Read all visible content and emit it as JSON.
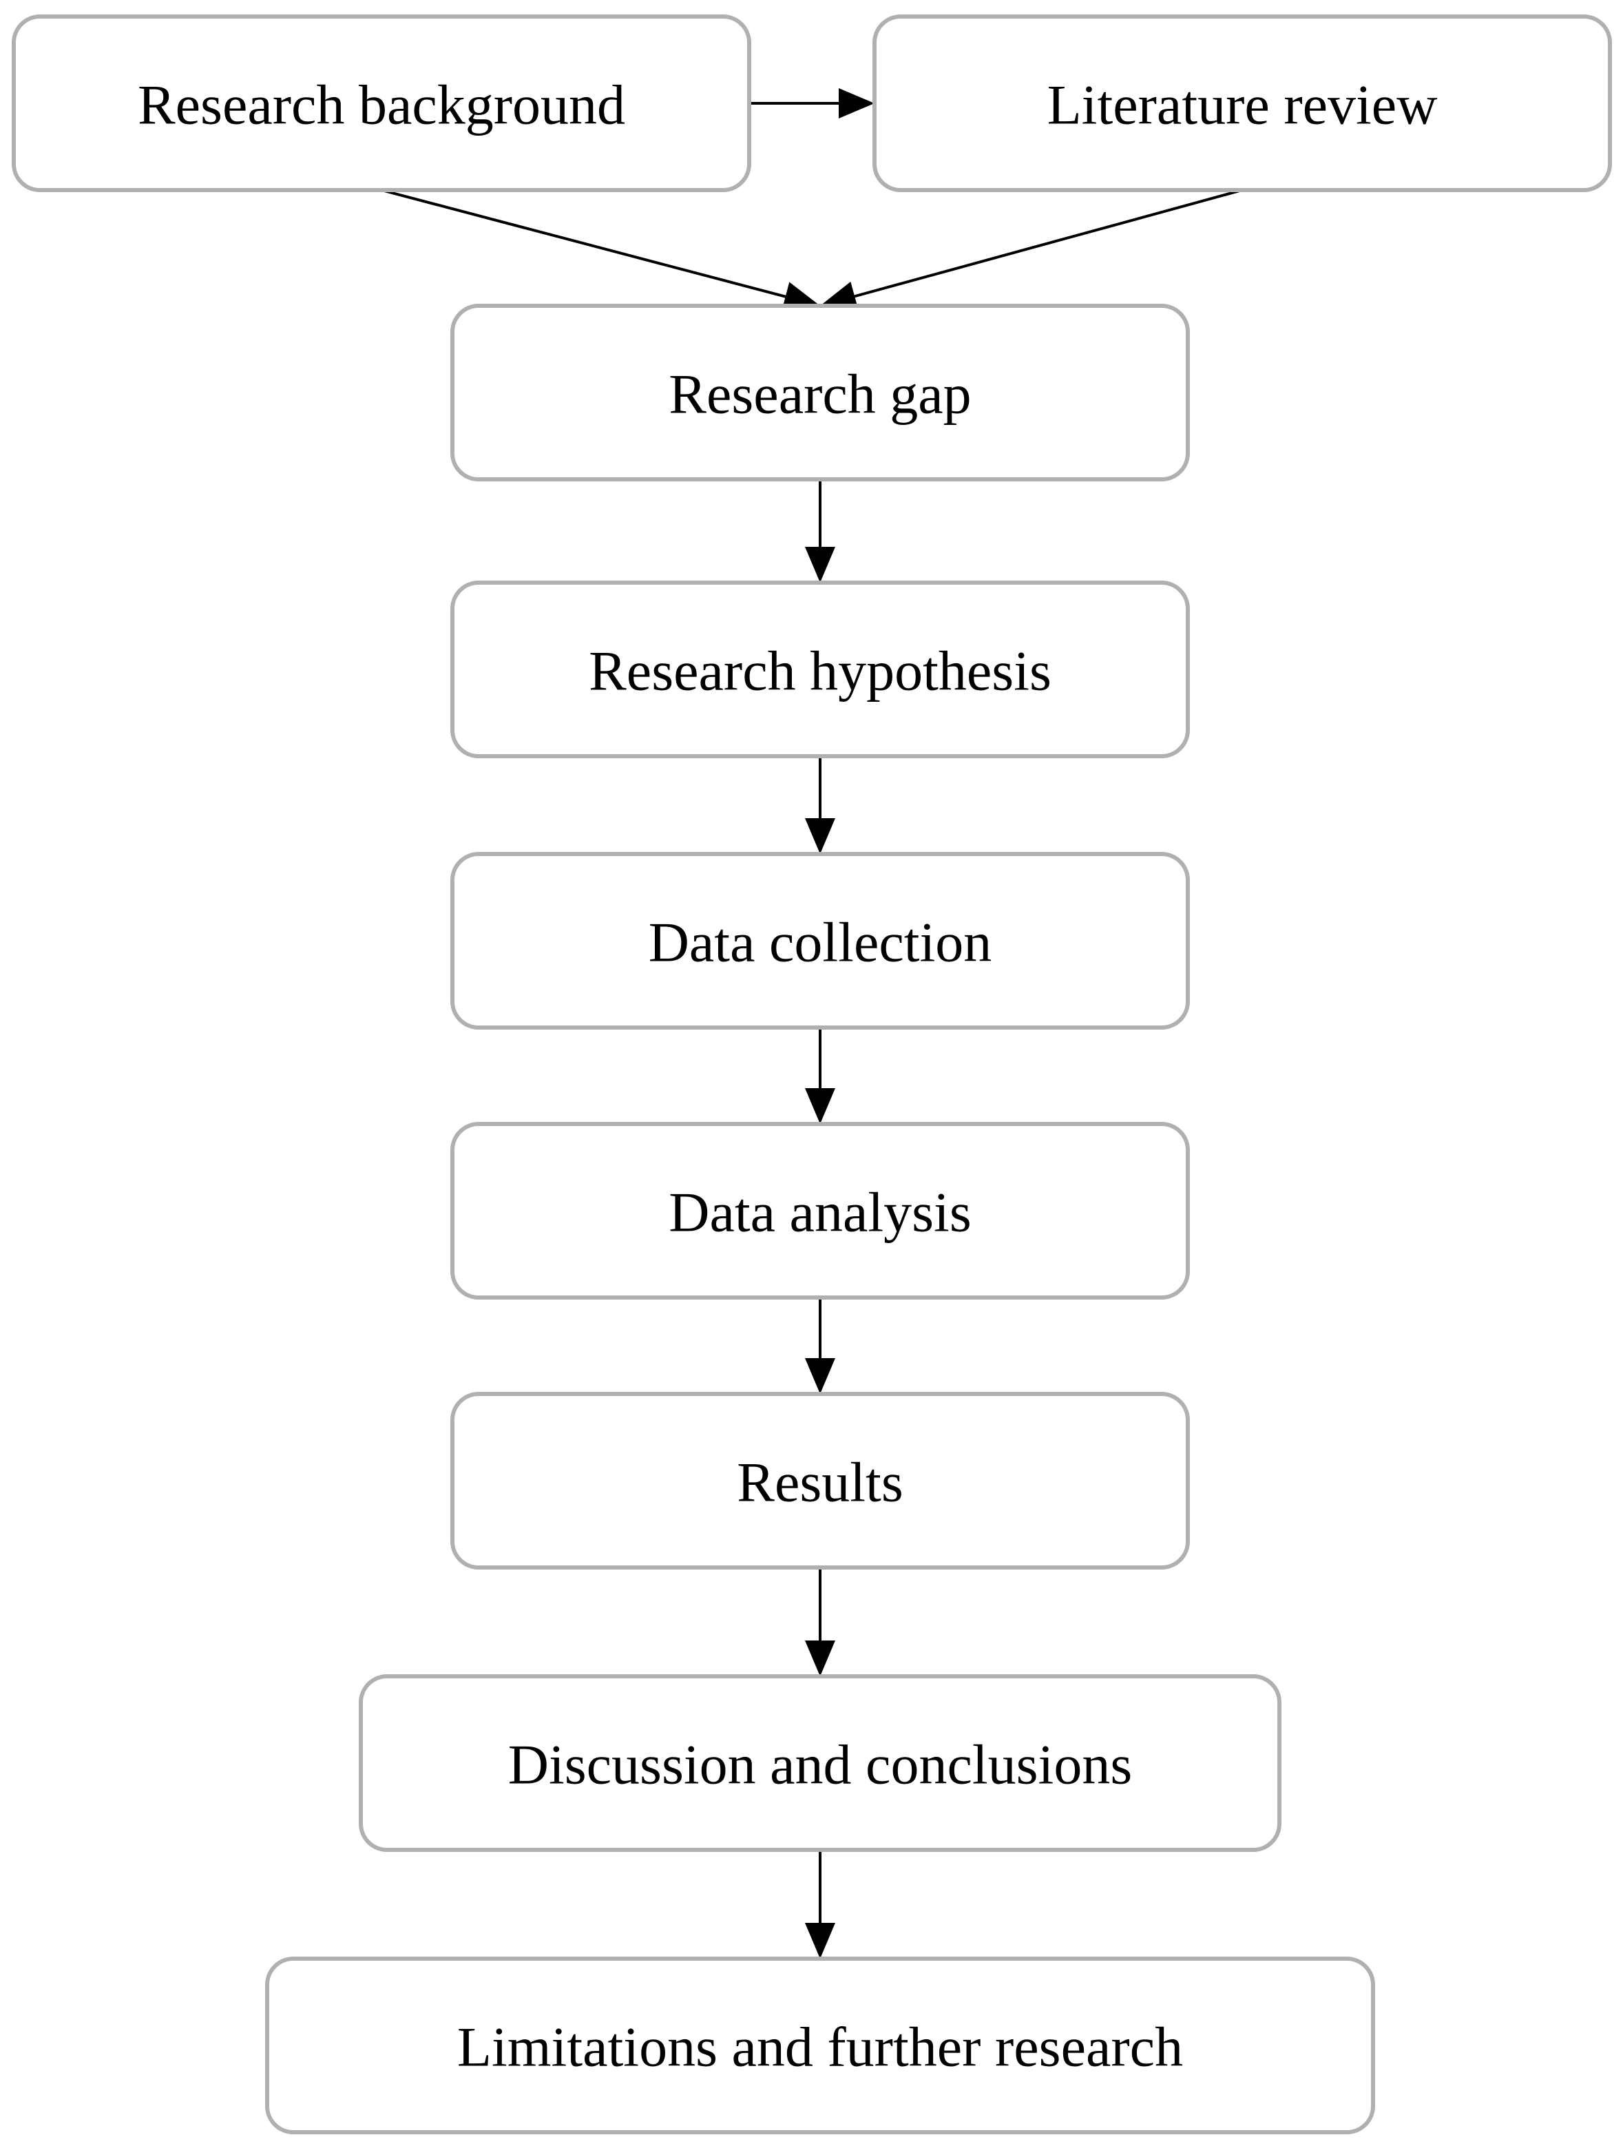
{
  "diagram": {
    "nodes": [
      {
        "id": "research-background",
        "label": "Research background"
      },
      {
        "id": "literature-review",
        "label": "Literature review"
      },
      {
        "id": "research-gap",
        "label": "Research gap"
      },
      {
        "id": "research-hypothesis",
        "label": "Research hypothesis"
      },
      {
        "id": "data-collection",
        "label": "Data collection"
      },
      {
        "id": "data-analysis",
        "label": "Data analysis"
      },
      {
        "id": "results",
        "label": "Results"
      },
      {
        "id": "discussion-and-conclusions",
        "label": "Discussion and conclusions"
      },
      {
        "id": "limitations-and-further-research",
        "label": "Limitations and further research"
      }
    ],
    "edges": [
      {
        "from": "research-background",
        "to": "literature-review"
      },
      {
        "from": "research-background",
        "to": "research-gap"
      },
      {
        "from": "literature-review",
        "to": "research-gap"
      },
      {
        "from": "research-gap",
        "to": "research-hypothesis"
      },
      {
        "from": "research-hypothesis",
        "to": "data-collection"
      },
      {
        "from": "data-collection",
        "to": "data-analysis"
      },
      {
        "from": "data-analysis",
        "to": "results"
      },
      {
        "from": "results",
        "to": "discussion-and-conclusions"
      },
      {
        "from": "discussion-and-conclusions",
        "to": "limitations-and-further-research"
      }
    ],
    "colors": {
      "box_border": "#b0b0b0",
      "arrow": "#000000",
      "text": "#000000",
      "background": "#ffffff"
    }
  }
}
